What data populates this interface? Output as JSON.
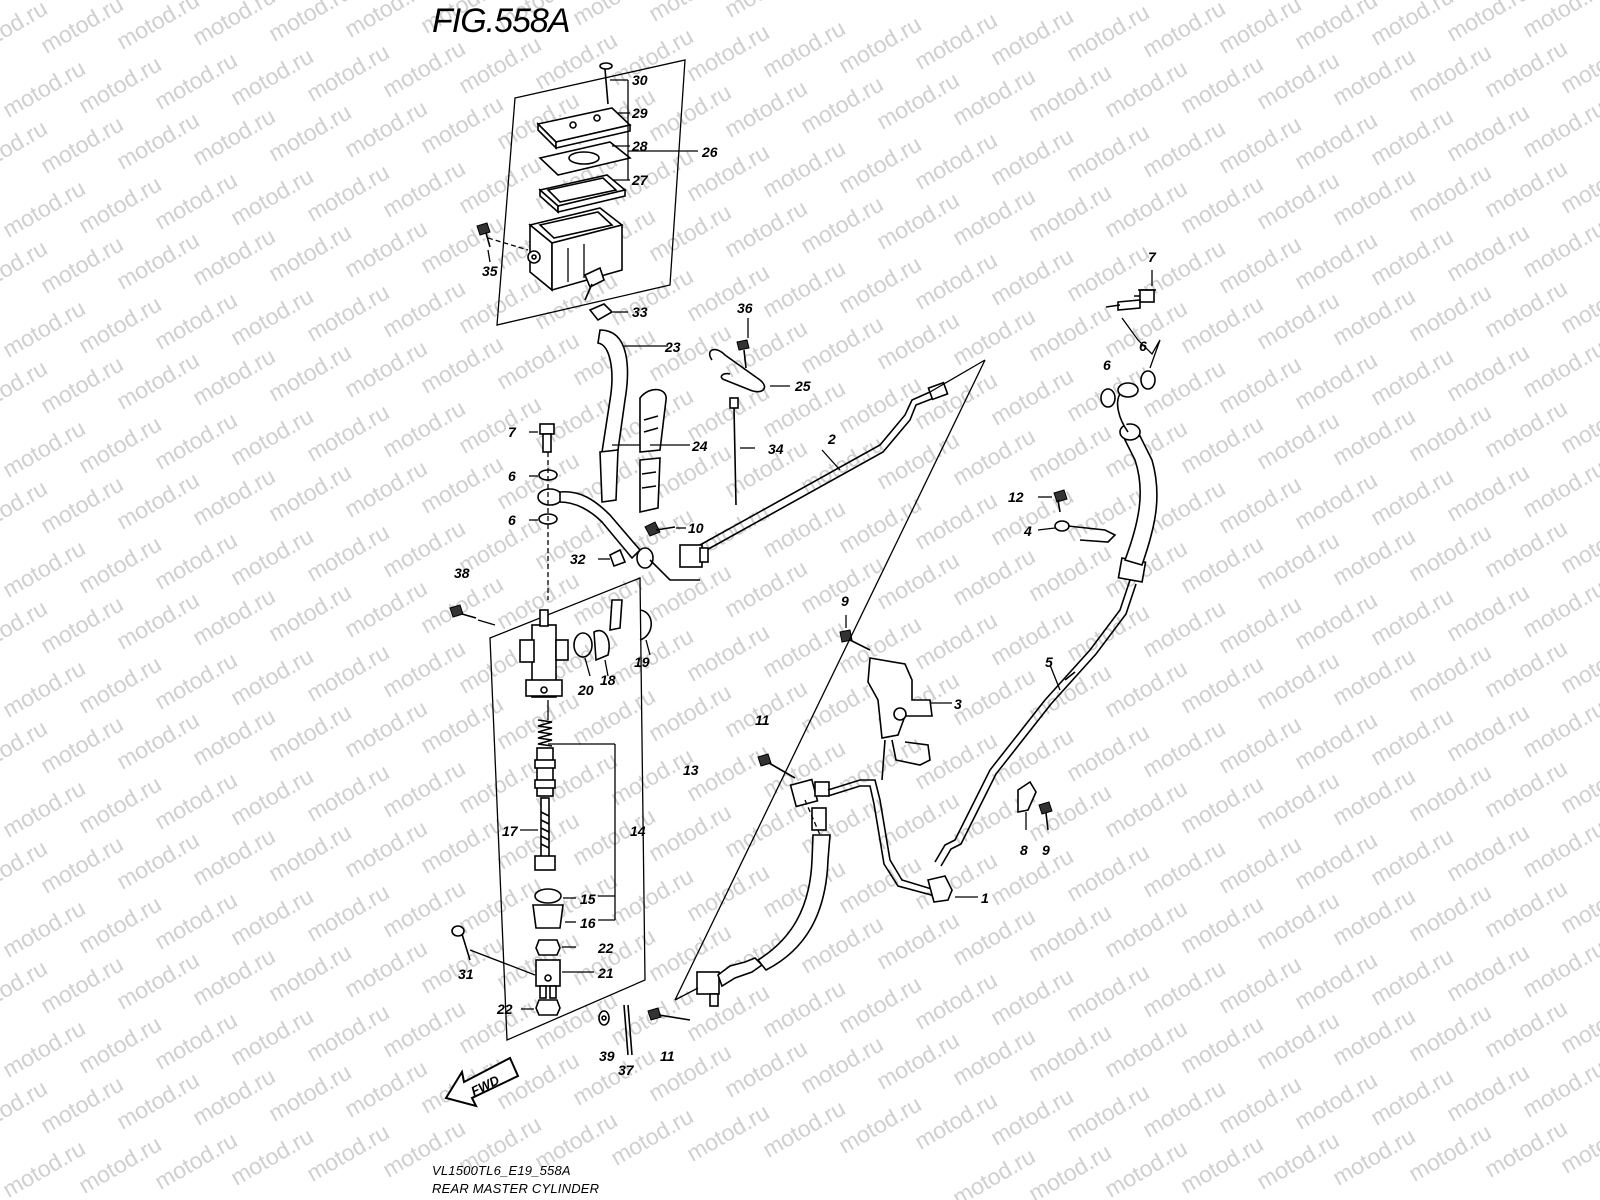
{
  "figure": {
    "title": "FIG.558A",
    "model_code": "VL1500TL6_E19_558A",
    "section_name": "REAR MASTER CYLINDER",
    "watermark": "motod.ru",
    "direction_arrow": "FWD"
  },
  "callouts": [
    {
      "id": "c30",
      "label": "30"
    },
    {
      "id": "c29",
      "label": "29"
    },
    {
      "id": "c28",
      "label": "28"
    },
    {
      "id": "c26",
      "label": "26"
    },
    {
      "id": "c27",
      "label": "27"
    },
    {
      "id": "c35",
      "label": "35"
    },
    {
      "id": "c33",
      "label": "33"
    },
    {
      "id": "c23",
      "label": "23"
    },
    {
      "id": "c36",
      "label": "36"
    },
    {
      "id": "c25",
      "label": "25"
    },
    {
      "id": "c24",
      "label": "24"
    },
    {
      "id": "c34",
      "label": "34"
    },
    {
      "id": "c2",
      "label": "2"
    },
    {
      "id": "c7a",
      "label": "7"
    },
    {
      "id": "c6a",
      "label": "6"
    },
    {
      "id": "c6b",
      "label": "6"
    },
    {
      "id": "c10",
      "label": "10"
    },
    {
      "id": "c32",
      "label": "32"
    },
    {
      "id": "c38",
      "label": "38"
    },
    {
      "id": "c20",
      "label": "20"
    },
    {
      "id": "c18",
      "label": "18"
    },
    {
      "id": "c19",
      "label": "19"
    },
    {
      "id": "c13",
      "label": "13"
    },
    {
      "id": "c17",
      "label": "17"
    },
    {
      "id": "c14",
      "label": "14"
    },
    {
      "id": "c15",
      "label": "15"
    },
    {
      "id": "c16",
      "label": "16"
    },
    {
      "id": "c22a",
      "label": "22"
    },
    {
      "id": "c21",
      "label": "21"
    },
    {
      "id": "c31",
      "label": "31"
    },
    {
      "id": "c22b",
      "label": "22"
    },
    {
      "id": "c39",
      "label": "39"
    },
    {
      "id": "c37",
      "label": "37"
    },
    {
      "id": "c11a",
      "label": "11"
    },
    {
      "id": "c11b",
      "label": "11"
    },
    {
      "id": "c9a",
      "label": "9"
    },
    {
      "id": "c3",
      "label": "3"
    },
    {
      "id": "c5",
      "label": "5"
    },
    {
      "id": "c12",
      "label": "12"
    },
    {
      "id": "c4",
      "label": "4"
    },
    {
      "id": "c7b",
      "label": "7"
    },
    {
      "id": "c6c",
      "label": "6"
    },
    {
      "id": "c6d",
      "label": "6"
    },
    {
      "id": "c8",
      "label": "8"
    },
    {
      "id": "c9b",
      "label": "9"
    },
    {
      "id": "c1",
      "label": "1"
    }
  ]
}
